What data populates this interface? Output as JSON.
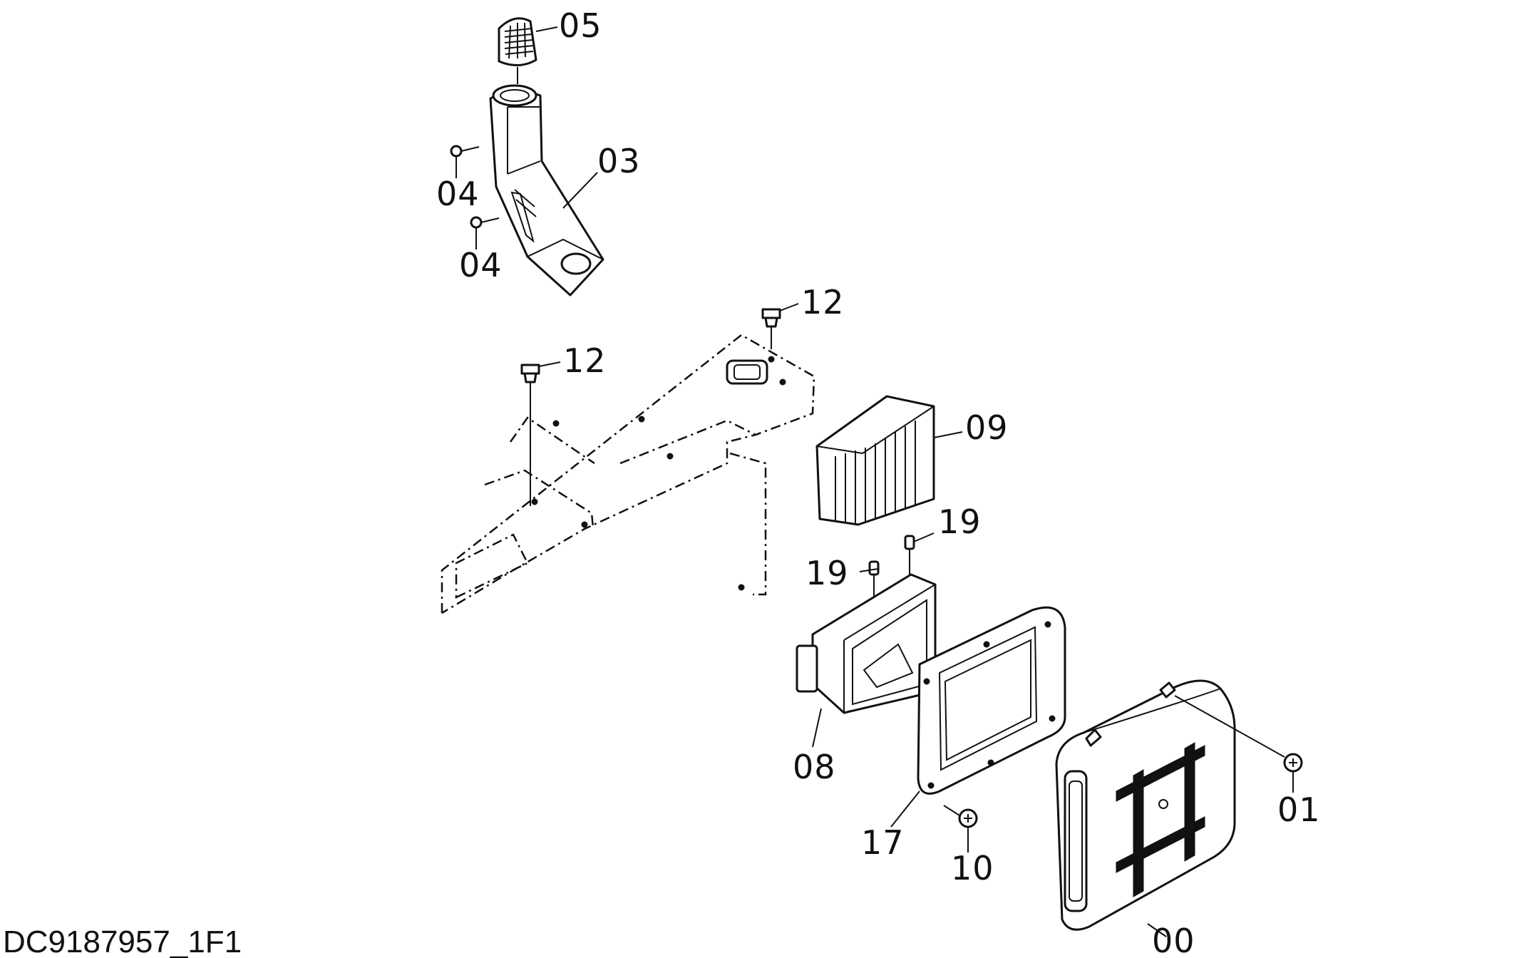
{
  "drawing": {
    "code": "DC9187957_1F1"
  },
  "callouts": {
    "p05": "05",
    "p04a": "04",
    "p04b": "04",
    "p03": "03",
    "p12a": "12",
    "p12b": "12",
    "p09": "09",
    "p19a": "19",
    "p19b": "19",
    "p08": "08",
    "p17": "17",
    "p10": "10",
    "p01": "01",
    "p00": "00"
  }
}
